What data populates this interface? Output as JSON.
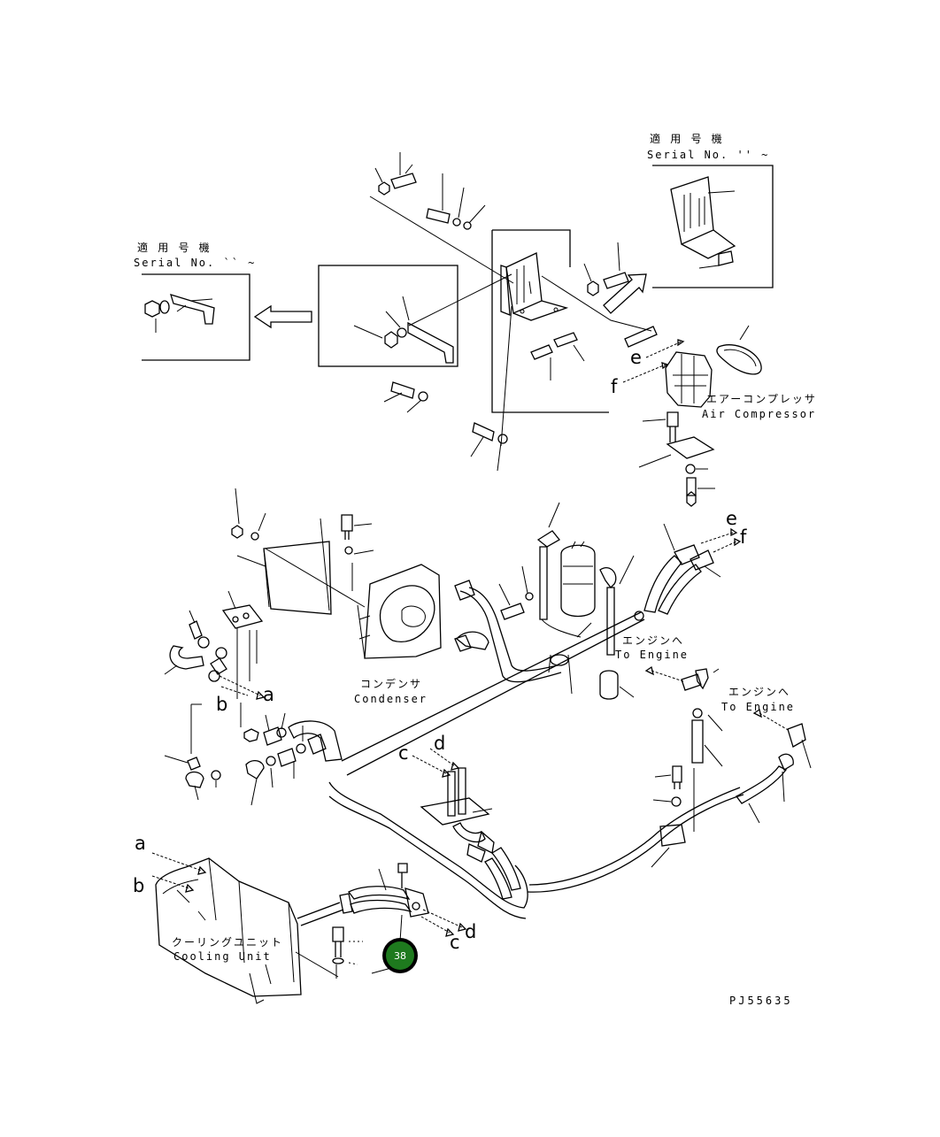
{
  "serial_box_right": {
    "line1": "適 用 号 機",
    "line2": "Serial No.  ''  ~"
  },
  "serial_box_left": {
    "line1": "適 用 号 機",
    "line2": "Serial No.  ``  ~"
  },
  "labels": {
    "air_compressor_jp": "エアーコンプレッサ",
    "air_compressor_en": "Air Compressor",
    "condenser_jp": "コンデンサ",
    "condenser_en": "Condenser",
    "to_engine_1_jp": "エンジンへ",
    "to_engine_1_en": "To Engine",
    "to_engine_2_jp": "エンジンへ",
    "to_engine_2_en": "To Engine",
    "cooling_unit_jp": "クーリングユニット",
    "cooling_unit_en": "Cooling Unit"
  },
  "connection_letters": {
    "e_top": "e",
    "f_top": "f",
    "e_right": "e",
    "f_right": "f",
    "a_mid": "a",
    "b_mid": "b",
    "c_mid": "c",
    "d_mid": "d",
    "a_low": "a",
    "b_low": "b",
    "c_low": "c",
    "d_low": "d"
  },
  "callout": {
    "number": "38",
    "color": "#1e7a1e"
  },
  "drawing_code": "PJ55635"
}
